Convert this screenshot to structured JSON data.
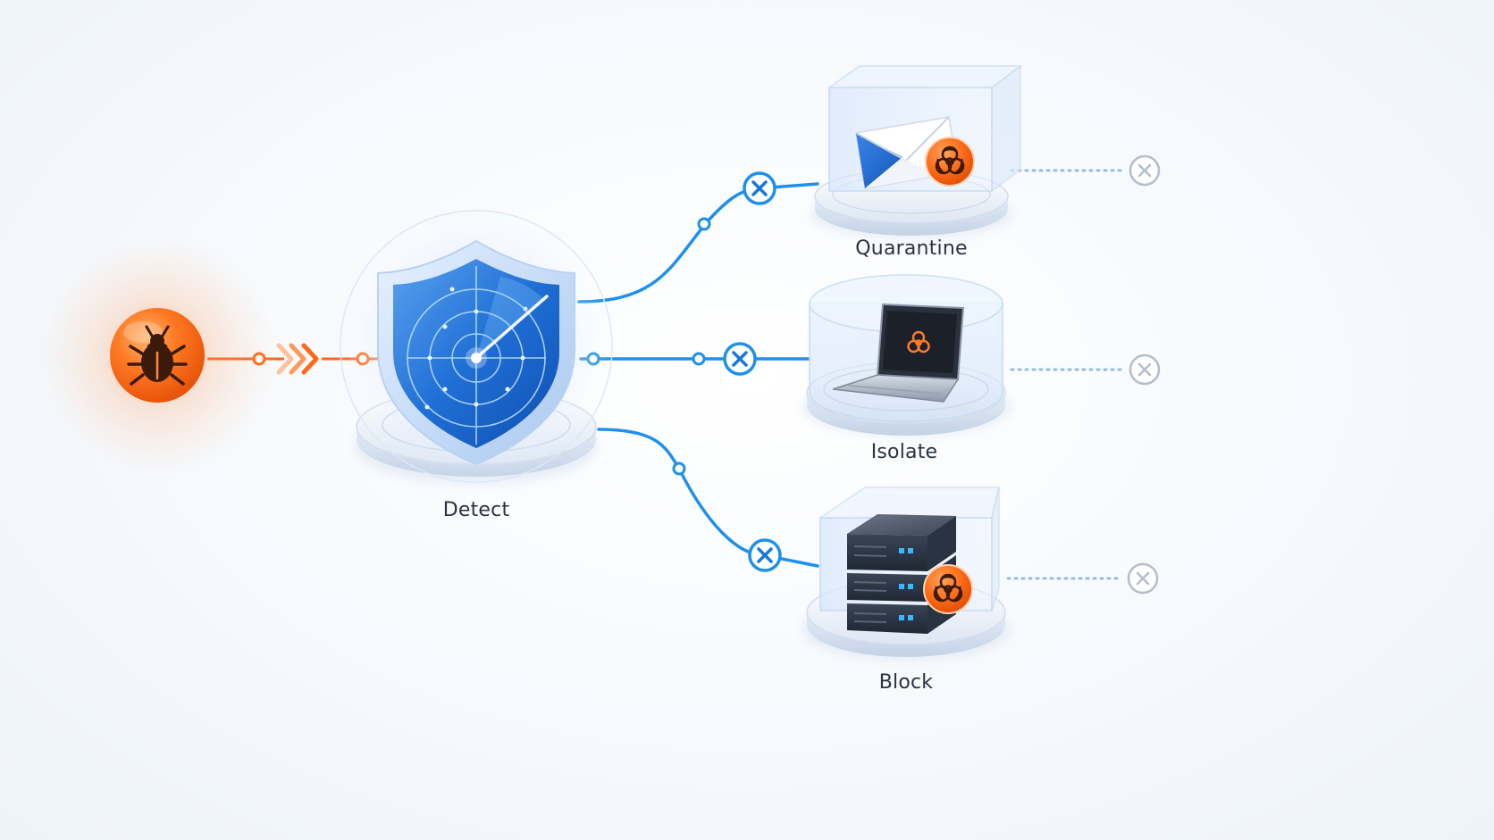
{
  "colors": {
    "threat": "#ff6a1a",
    "flow": "#1e90ea",
    "flow_dark": "#1778d6",
    "muted": "#aeb8c6",
    "dotted": "#93bde6",
    "label": "#2a3340"
  },
  "source": {
    "icon": "bug-icon"
  },
  "detect": {
    "label": "Detect",
    "icon": "radar-shield-icon"
  },
  "actions": [
    {
      "label": "Quarantine",
      "icon": "envelope-icon",
      "badge_icon": "biohazard-icon"
    },
    {
      "label": "Isolate",
      "icon": "laptop-icon",
      "badge_icon": "biohazard-icon"
    },
    {
      "label": "Block",
      "icon": "server-icon",
      "badge_icon": "biohazard-icon"
    }
  ]
}
